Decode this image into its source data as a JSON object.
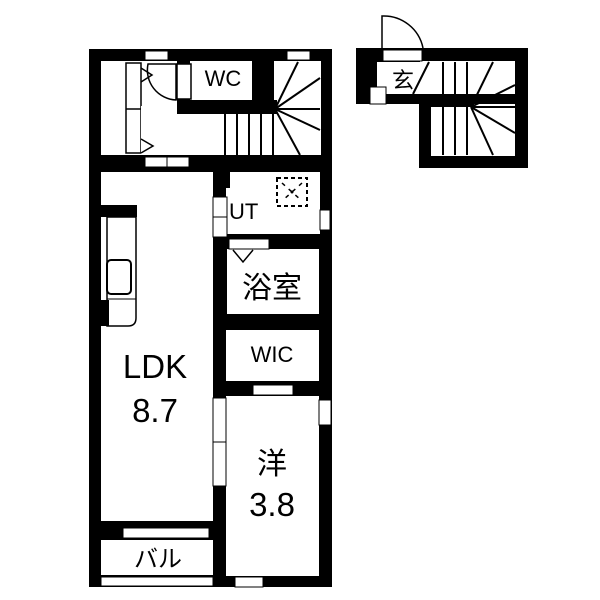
{
  "floor_plan": {
    "type": "apartment-floor-plan",
    "colors": {
      "wall": "#000000",
      "background": "#ffffff"
    },
    "rooms": {
      "toilet": {
        "label": "WC"
      },
      "entrance": {
        "label": "玄"
      },
      "utility": {
        "label": "UT"
      },
      "bathroom": {
        "label": "浴室"
      },
      "walk_in_closet": {
        "label": "WIC"
      },
      "ldk": {
        "label": "LDK",
        "size": "8.7"
      },
      "western_room": {
        "label": "洋",
        "size": "3.8"
      },
      "balcony": {
        "label": "バル"
      }
    },
    "fixtures": [
      "kitchen-counter",
      "sink",
      "spiral-staircase-main",
      "spiral-staircase-entrance",
      "entrance-door",
      "washing-machine-space",
      "ventilation-fan"
    ]
  }
}
